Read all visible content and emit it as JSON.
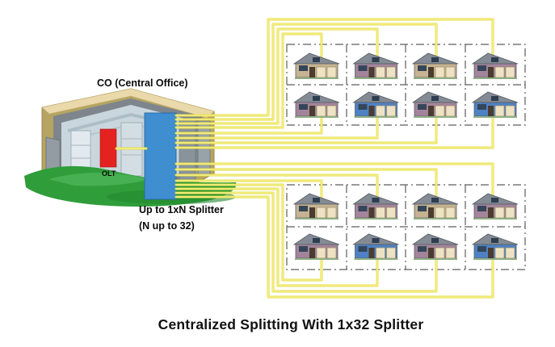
{
  "labels": {
    "co": "CO (Central Office)",
    "olt": "OLT",
    "splitter_line1": "Up to 1xN Splitter",
    "splitter_line2": "(N up to 32)",
    "caption": "Centralized Splitting With 1x32 Splitter"
  },
  "colors": {
    "fiber": "#e6dc3f",
    "fiber_light": "#fbf7b0",
    "splitter_blue": "#3e8ed0",
    "olt_red": "#e42320",
    "grass": "#2f9d3a",
    "grass_light": "#4bb457",
    "grass_dark": "#23882e",
    "building_tan": "#b5a462",
    "roof_cream": "#ead9ab",
    "rim_gray": "#7e858d",
    "interior": "#c9d6de",
    "dash_gray": "#5e5e5e",
    "house_roof": "#848b94",
    "house_tan": "#c7b391",
    "house_mauve": "#a4849b",
    "house_blue": "#4e82c4",
    "garage_cream": "#eee2c4"
  },
  "house_groups": [
    {
      "name": "top-neighborhood",
      "rows": [
        [
          "tan",
          "mauve",
          "tan",
          "mauve"
        ],
        [
          "mauve",
          "blue",
          "mauve",
          "blue"
        ]
      ]
    },
    {
      "name": "bottom-neighborhood",
      "rows": [
        [
          "tan",
          "mauve",
          "tan",
          "mauve"
        ],
        [
          "mauve",
          "blue",
          "mauve",
          "blue"
        ]
      ]
    }
  ],
  "fiber_lines_per_group": 8,
  "total_homes": 16
}
